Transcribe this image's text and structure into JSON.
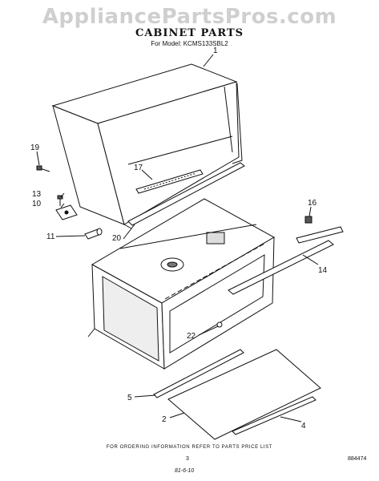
{
  "watermark": "AppliancePartsPros.com",
  "header": {
    "title": "CABINET PARTS",
    "subtitle": "For Model: KCMS133SBL2"
  },
  "callouts": [
    {
      "id": "1",
      "label": "1"
    },
    {
      "id": "19",
      "label": "19"
    },
    {
      "id": "17",
      "label": "17"
    },
    {
      "id": "13",
      "label": "13"
    },
    {
      "id": "10",
      "label": "10"
    },
    {
      "id": "11",
      "label": "11"
    },
    {
      "id": "20",
      "label": "20"
    },
    {
      "id": "16",
      "label": "16"
    },
    {
      "id": "14",
      "label": "14"
    },
    {
      "id": "22",
      "label": "22"
    },
    {
      "id": "5",
      "label": "5"
    },
    {
      "id": "2",
      "label": "2"
    },
    {
      "id": "4",
      "label": "4"
    }
  ],
  "footer": {
    "note": "FOR ORDERING INFORMATION REFER TO PARTS PRICE LIST",
    "page": "3",
    "doc_number": "884474",
    "date": "81-6-10"
  }
}
